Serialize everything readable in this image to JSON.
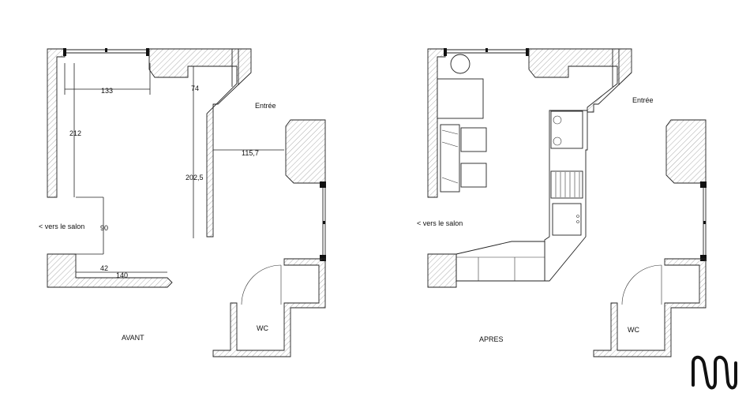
{
  "avant": {
    "title": "AVANT",
    "entry_label": "Entrée",
    "salon_label": "< vers le salon",
    "wc_label": "WC",
    "dimensions": {
      "d133": "133",
      "d74": "74",
      "d212": "212",
      "d202": "202,5",
      "d115": "115,7",
      "d90": "90",
      "d42": "42",
      "d140": "140"
    }
  },
  "apres": {
    "title": "APRES",
    "entry_label": "Entrée",
    "salon_label": "< vers le salon",
    "wc_label": "WC"
  },
  "logo": {
    "name": "logo-mark",
    "text": "M"
  }
}
